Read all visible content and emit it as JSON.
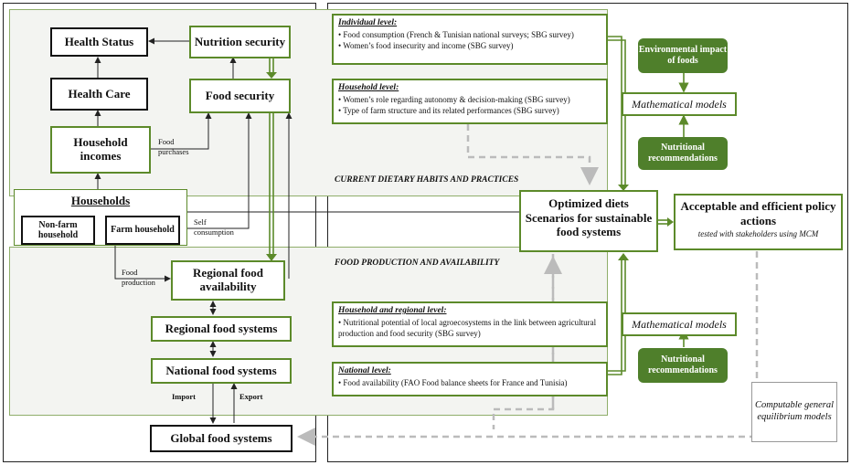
{
  "left": {
    "health_status": "Health Status",
    "nutrition_security": "Nutrition security",
    "health_care": "Health Care",
    "food_security": "Food security",
    "household_incomes": "Household incomes",
    "food_purchases": "Food purchases",
    "households": "Households",
    "non_farm": "Non-farm household",
    "farm": "Farm household",
    "self_consumption": "Self consumption",
    "food_production": "Food production",
    "regional_availability": "Regional food availability",
    "regional_systems": "Regional food systems",
    "national_systems": "National food systems",
    "import": "Import",
    "export": "Export",
    "global_systems": "Global food systems"
  },
  "right": {
    "individual": {
      "title": "Individual level:",
      "items": [
        "• Food consumption (French & Tunisian national surveys; SBG survey)",
        "• Women’s food insecurity and income (SBG survey)"
      ]
    },
    "household": {
      "title": "Household level:",
      "items": [
        "• Women’s role regarding autonomy & decision-making (SBG survey)",
        "• Type of farm structure and its related performances (SBG survey)"
      ]
    },
    "current_habits": "CURRENT DIETARY HABITS AND PRACTICES",
    "production": "FOOD PRODUCTION AND AVAILABILITY",
    "household_regional": {
      "title": "Household and regional level:",
      "items": [
        "• Nutritional potential of local agroecosystems in the link between agricultural production and food security (SBG survey)"
      ]
    },
    "national": {
      "title": "National level:",
      "items": [
        "• Food availability (FAO Food balance sheets for France and Tunisia)"
      ]
    },
    "env_impact": "Environmental impact of foods",
    "math_models_1": "Mathematical models",
    "nutri_rec_1": "Nutritional recommendations",
    "math_models_2": "Mathematical models",
    "nutri_rec_2": "Nutritional recommendations",
    "optimized": "Optimized diets",
    "scenarios": "Scenarios for sustainable food systems",
    "policy_title": "Acceptable and efficient policy actions",
    "policy_sub": "tested with stakeholders using MCM",
    "cge": "Computable general equilibrium models"
  },
  "colors": {
    "green": "#5c8a2a",
    "green_fill": "#4f7f2b",
    "grey_bg": "#f3f4f1"
  }
}
